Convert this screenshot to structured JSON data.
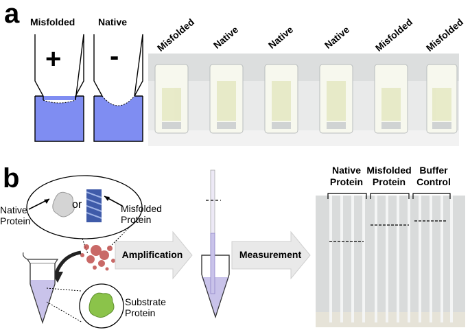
{
  "panels": {
    "a": "a",
    "b": "b"
  },
  "panel_a": {
    "tube_labels": [
      "Misfolded",
      "Native"
    ],
    "tube_signs": [
      "+",
      "-"
    ],
    "photo_labels": [
      "Misfolded",
      "Native",
      "Native",
      "Native",
      "Misfolded",
      "Misfolded"
    ]
  },
  "panel_b": {
    "native_protein": [
      "Native",
      "Protein"
    ],
    "or_word": "or",
    "misfolded_protein": [
      "Misfolded",
      "Protein"
    ],
    "substrate_protein": [
      "Substrate",
      "Protein"
    ],
    "step1": "Amplification",
    "step2": "Measurement",
    "capillary_groups": [
      [
        "Native",
        "Protein"
      ],
      [
        "Misfolded",
        "Protein"
      ],
      [
        "Buffer",
        "Control"
      ]
    ]
  },
  "colors": {
    "liquid_blue": "#7f8df2",
    "tube_purple": "#c9c3ea",
    "substrate_green": "#8bc34a",
    "aggregate_red": "#c0504d"
  }
}
